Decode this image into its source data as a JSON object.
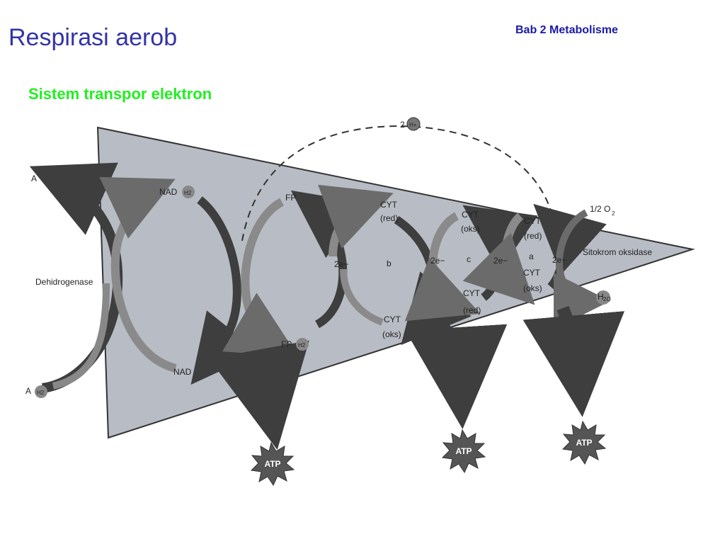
{
  "header": {
    "title": "Respirasi aerob",
    "chapter": "Bab 2 Metabolisme",
    "subtitle": "Sistem transpor elektron"
  },
  "diagram": {
    "substrate_oxidized": "A",
    "substrate_reduced": "A",
    "substrate_reduced_sub": "H2",
    "enzyme": "Dehidrogenase",
    "nad_h2": "NAD",
    "nad_h2_sub": "H2",
    "nad": "NAD",
    "fp": "FP",
    "fp_h2": "FP",
    "fp_h2_sub": "H2",
    "h_top": "2",
    "h_top_sub": "H+",
    "electrons": [
      "2e−",
      "2e−",
      "2e−",
      "2e−"
    ],
    "cyt_b_red": [
      "CYT",
      "(red)"
    ],
    "cyt_b_oks": [
      "CYT",
      "(oks)"
    ],
    "cyt_b_letter": "b",
    "cyt_c_oks": [
      "CYT",
      "(oks)"
    ],
    "cyt_c_red": [
      "CYT",
      "(red)"
    ],
    "cyt_c_letter": "c",
    "cyt_a_red": [
      "CYT",
      "(red)"
    ],
    "cyt_a_oks": [
      "CYT",
      "(oks)"
    ],
    "cyt_a_letter": "a",
    "oxygen": "1/2 O",
    "oxygen_sub": "2",
    "oxidase": "Sitokrom oksidase",
    "water": "H",
    "water_sub": "2O",
    "atp_labels": [
      "ATP",
      "ATP",
      "ATP"
    ]
  }
}
